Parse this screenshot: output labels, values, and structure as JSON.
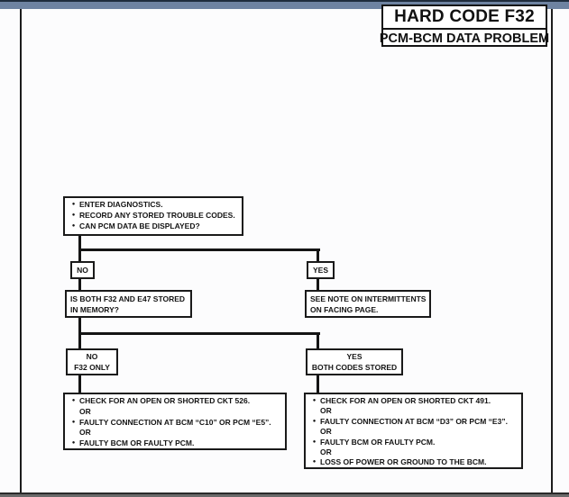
{
  "header": {
    "title_line1": "HARD CODE F32",
    "title_line2": "PCM-BCM DATA PROBLEM"
  },
  "flowchart": {
    "start_box": {
      "items": [
        {
          "b": 1,
          "t": "ENTER DIAGNOSTICS."
        },
        {
          "b": 1,
          "t": "RECORD ANY STORED TROUBLE CODES."
        },
        {
          "b": 1,
          "t": "CAN PCM DATA BE DISPLAYED?"
        }
      ]
    },
    "no_label": "NO",
    "yes_label": "YES",
    "memory_box": {
      "line1": "IS BOTH F32 AND E47 STORED",
      "line2": "IN MEMORY?"
    },
    "see_note_box": {
      "line1": "SEE NOTE ON INTERMITTENTS",
      "line2": "ON FACING PAGE."
    },
    "no_f32_box": {
      "line1": "NO",
      "line2": "F32 ONLY"
    },
    "yes_both_box": {
      "line1": "YES",
      "line2": "BOTH CODES STORED"
    },
    "left_result_box": {
      "items": [
        {
          "b": 1,
          "t": "CHECK FOR AN OPEN OR SHORTED CKT 526."
        },
        {
          "b": 0,
          "t": "OR"
        },
        {
          "b": 1,
          "t": "FAULTY CONNECTION AT BCM “C10” OR PCM “E5”."
        },
        {
          "b": 0,
          "t": "OR"
        },
        {
          "b": 1,
          "t": "FAULTY BCM OR FAULTY PCM."
        }
      ]
    },
    "right_result_box": {
      "items": [
        {
          "b": 1,
          "t": "CHECK FOR AN OPEN OR SHORTED CKT 491."
        },
        {
          "b": 0,
          "t": "OR"
        },
        {
          "b": 1,
          "t": "FAULTY CONNECTION AT BCM “D3” OR PCM “E3”."
        },
        {
          "b": 0,
          "t": "OR"
        },
        {
          "b": 1,
          "t": "FAULTY BCM OR FAULTY PCM."
        },
        {
          "b": 0,
          "t": "OR"
        },
        {
          "b": 1,
          "t": "LOSS OF POWER OR GROUND TO THE BCM."
        }
      ]
    }
  },
  "colors": {
    "line": "#1a1a1a",
    "top_bar": "#6e83a1",
    "top_bar_edge": "#1f2c3c",
    "bottom_strip": "#6a6a6a"
  }
}
